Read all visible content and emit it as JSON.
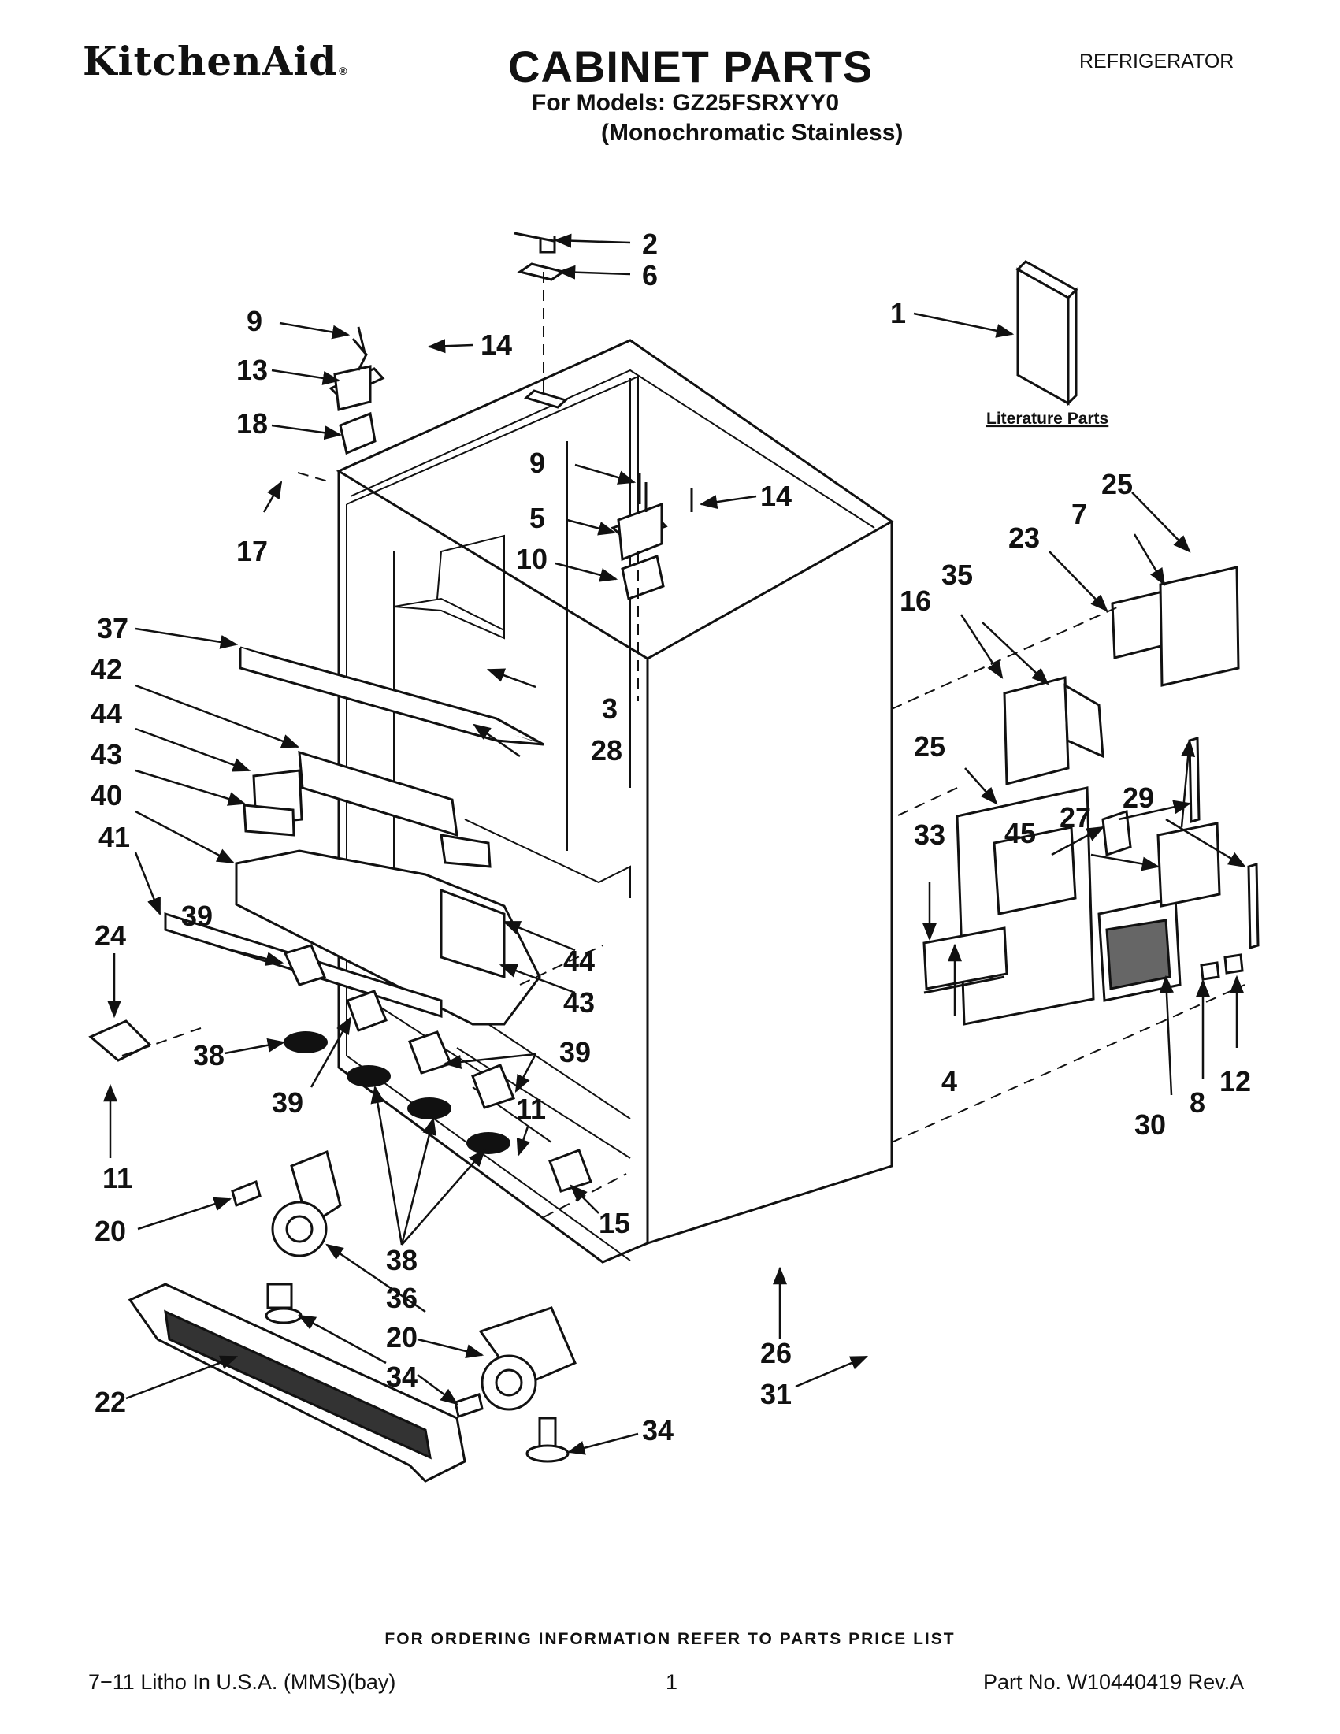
{
  "header": {
    "brand": "KitchenAid",
    "brand_mark": "®",
    "title": "CABINET PARTS",
    "doc_type": "REFRIGERATOR",
    "models_line": "For Models: GZ25FSRXYY0",
    "models_sub": "(Monochromatic Stainless)"
  },
  "diagram": {
    "literature_label": "Literature Parts",
    "callouts": {
      "c1": "1",
      "c2": "2",
      "c3": "3",
      "c4": "4",
      "c5": "5",
      "c6": "6",
      "c7": "7",
      "c8": "8",
      "c9a": "9",
      "c9b": "9",
      "c10": "10",
      "c11a": "11",
      "c11b": "11",
      "c12": "12",
      "c13": "13",
      "c14a": "14",
      "c14b": "14",
      "c15": "15",
      "c16": "16",
      "c17": "17",
      "c18": "18",
      "c20a": "20",
      "c20b": "20",
      "c22": "22",
      "c23": "23",
      "c24": "24",
      "c25a": "25",
      "c25b": "25",
      "c26": "26",
      "c27": "27",
      "c28": "28",
      "c29": "29",
      "c30": "30",
      "c31": "31",
      "c33": "33",
      "c34a": "34",
      "c34b": "34",
      "c35": "35",
      "c36": "36",
      "c37": "37",
      "c38a": "38",
      "c38b": "38",
      "c39a": "39",
      "c39b": "39",
      "c39c": "39",
      "c40": "40",
      "c41": "41",
      "c42": "42",
      "c43a": "43",
      "c43b": "43",
      "c44a": "44",
      "c44b": "44",
      "c45": "45"
    }
  },
  "footer": {
    "ordering_note": "FOR ORDERING INFORMATION REFER TO PARTS PRICE LIST",
    "litho": "7−11 Litho In U.S.A. (MMS)(bay)",
    "page": "1",
    "part_no": "Part No. W10440419 Rev.A"
  }
}
